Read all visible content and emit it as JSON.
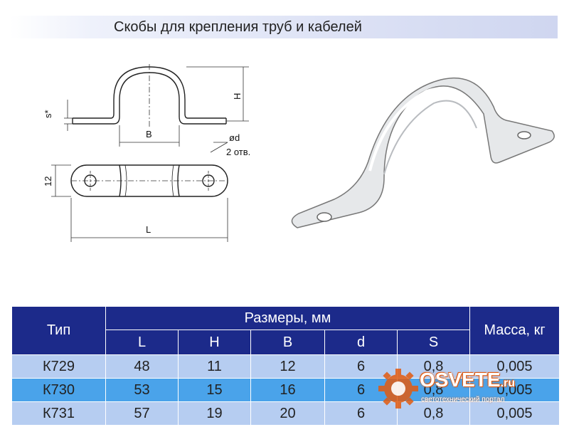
{
  "title": "Скобы для крепления труб и кабелей",
  "drawing": {
    "label_s": "s*",
    "label_h": "H",
    "label_b": "B",
    "label_d": "ød",
    "label_holes": "2 отв.",
    "label_12": "12",
    "label_l": "L"
  },
  "table": {
    "col_type": "Тип",
    "col_dims": "Размеры, мм",
    "col_mass": "Масса, кг",
    "sub_headers": [
      "L",
      "H",
      "B",
      "d",
      "S"
    ],
    "rows": [
      {
        "type": "К729",
        "L": "48",
        "H": "11",
        "B": "12",
        "d": "6",
        "S": "0,8",
        "mass": "0,005"
      },
      {
        "type": "К730",
        "L": "53",
        "H": "15",
        "B": "16",
        "d": "6",
        "S": "0,8",
        "mass": "0,005"
      },
      {
        "type": "К731",
        "L": "57",
        "H": "19",
        "B": "20",
        "d": "6",
        "S": "0,8",
        "mass": "0,005"
      }
    ]
  },
  "watermark": {
    "brand": "OSVETE",
    "tld": ".ru",
    "tagline": "светотехнический портал"
  },
  "colors": {
    "header_bg": "#1c2a8a",
    "row_light": "#b6cdf1",
    "row_highlight": "#4aa3ea",
    "watermark_orange": "#e25b10"
  }
}
